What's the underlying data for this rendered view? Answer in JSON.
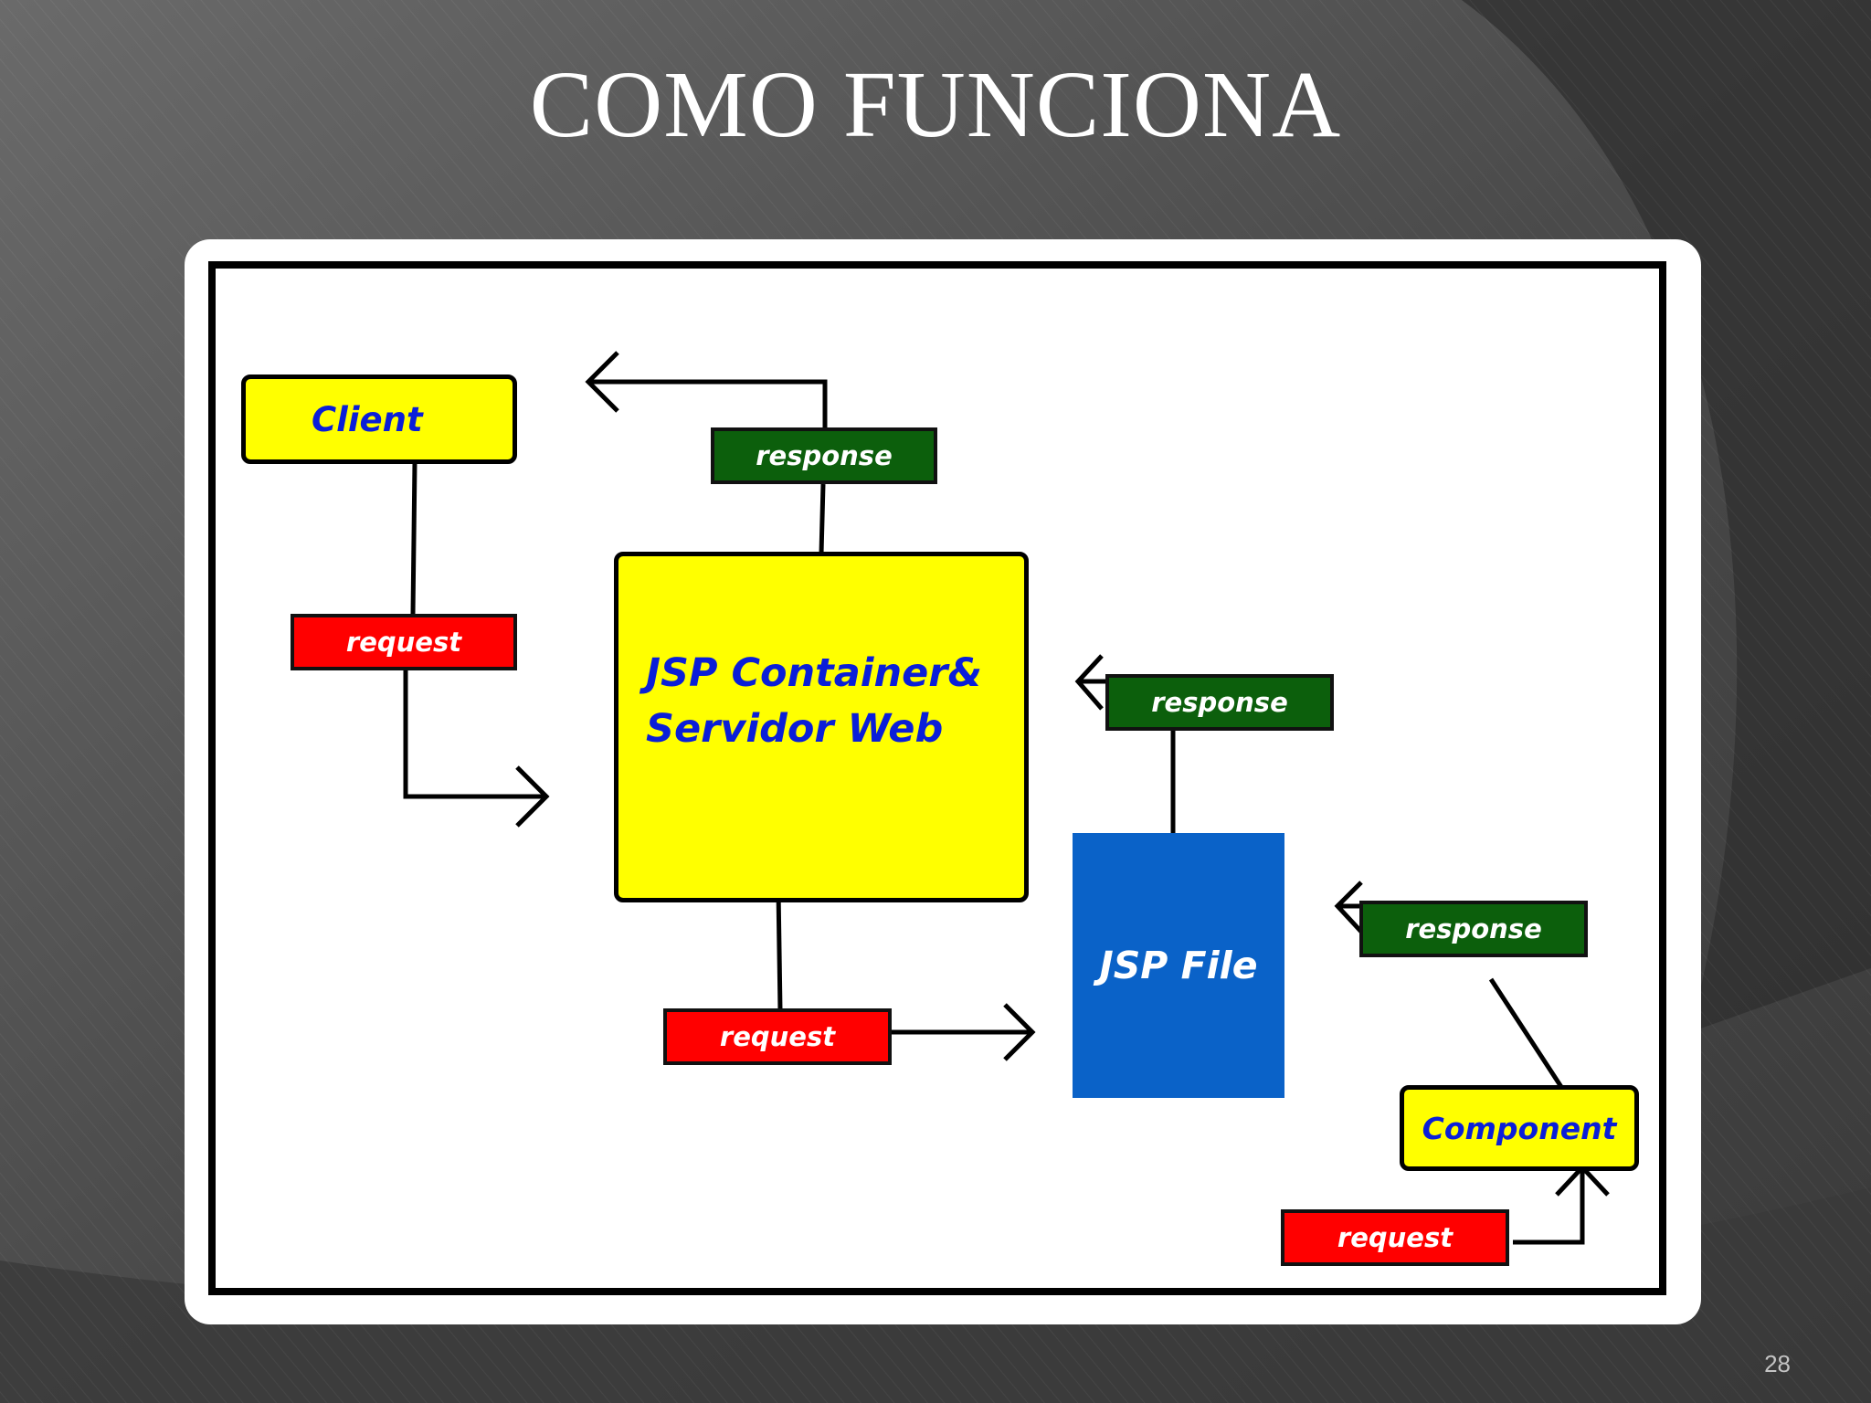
{
  "slide": {
    "title": "COMO FUNCIONA",
    "page_number": "28"
  },
  "diagram": {
    "nodes": {
      "client": "Client",
      "container_line1": "JSP Container&",
      "container_line2": "Servidor Web",
      "jsp_file": "JSP File",
      "component": "Component"
    },
    "labels": {
      "request_client": "request",
      "response_client": "response",
      "request_container": "request",
      "response_container": "response",
      "response_jsp": "response",
      "request_component": "request"
    }
  },
  "colors": {
    "node_yellow": "#ffff00",
    "node_text_blue": "#0a1ed8",
    "jsp_file_blue": "#0a62c8",
    "request_red": "#ff0000",
    "response_green": "#0c5f0c"
  }
}
